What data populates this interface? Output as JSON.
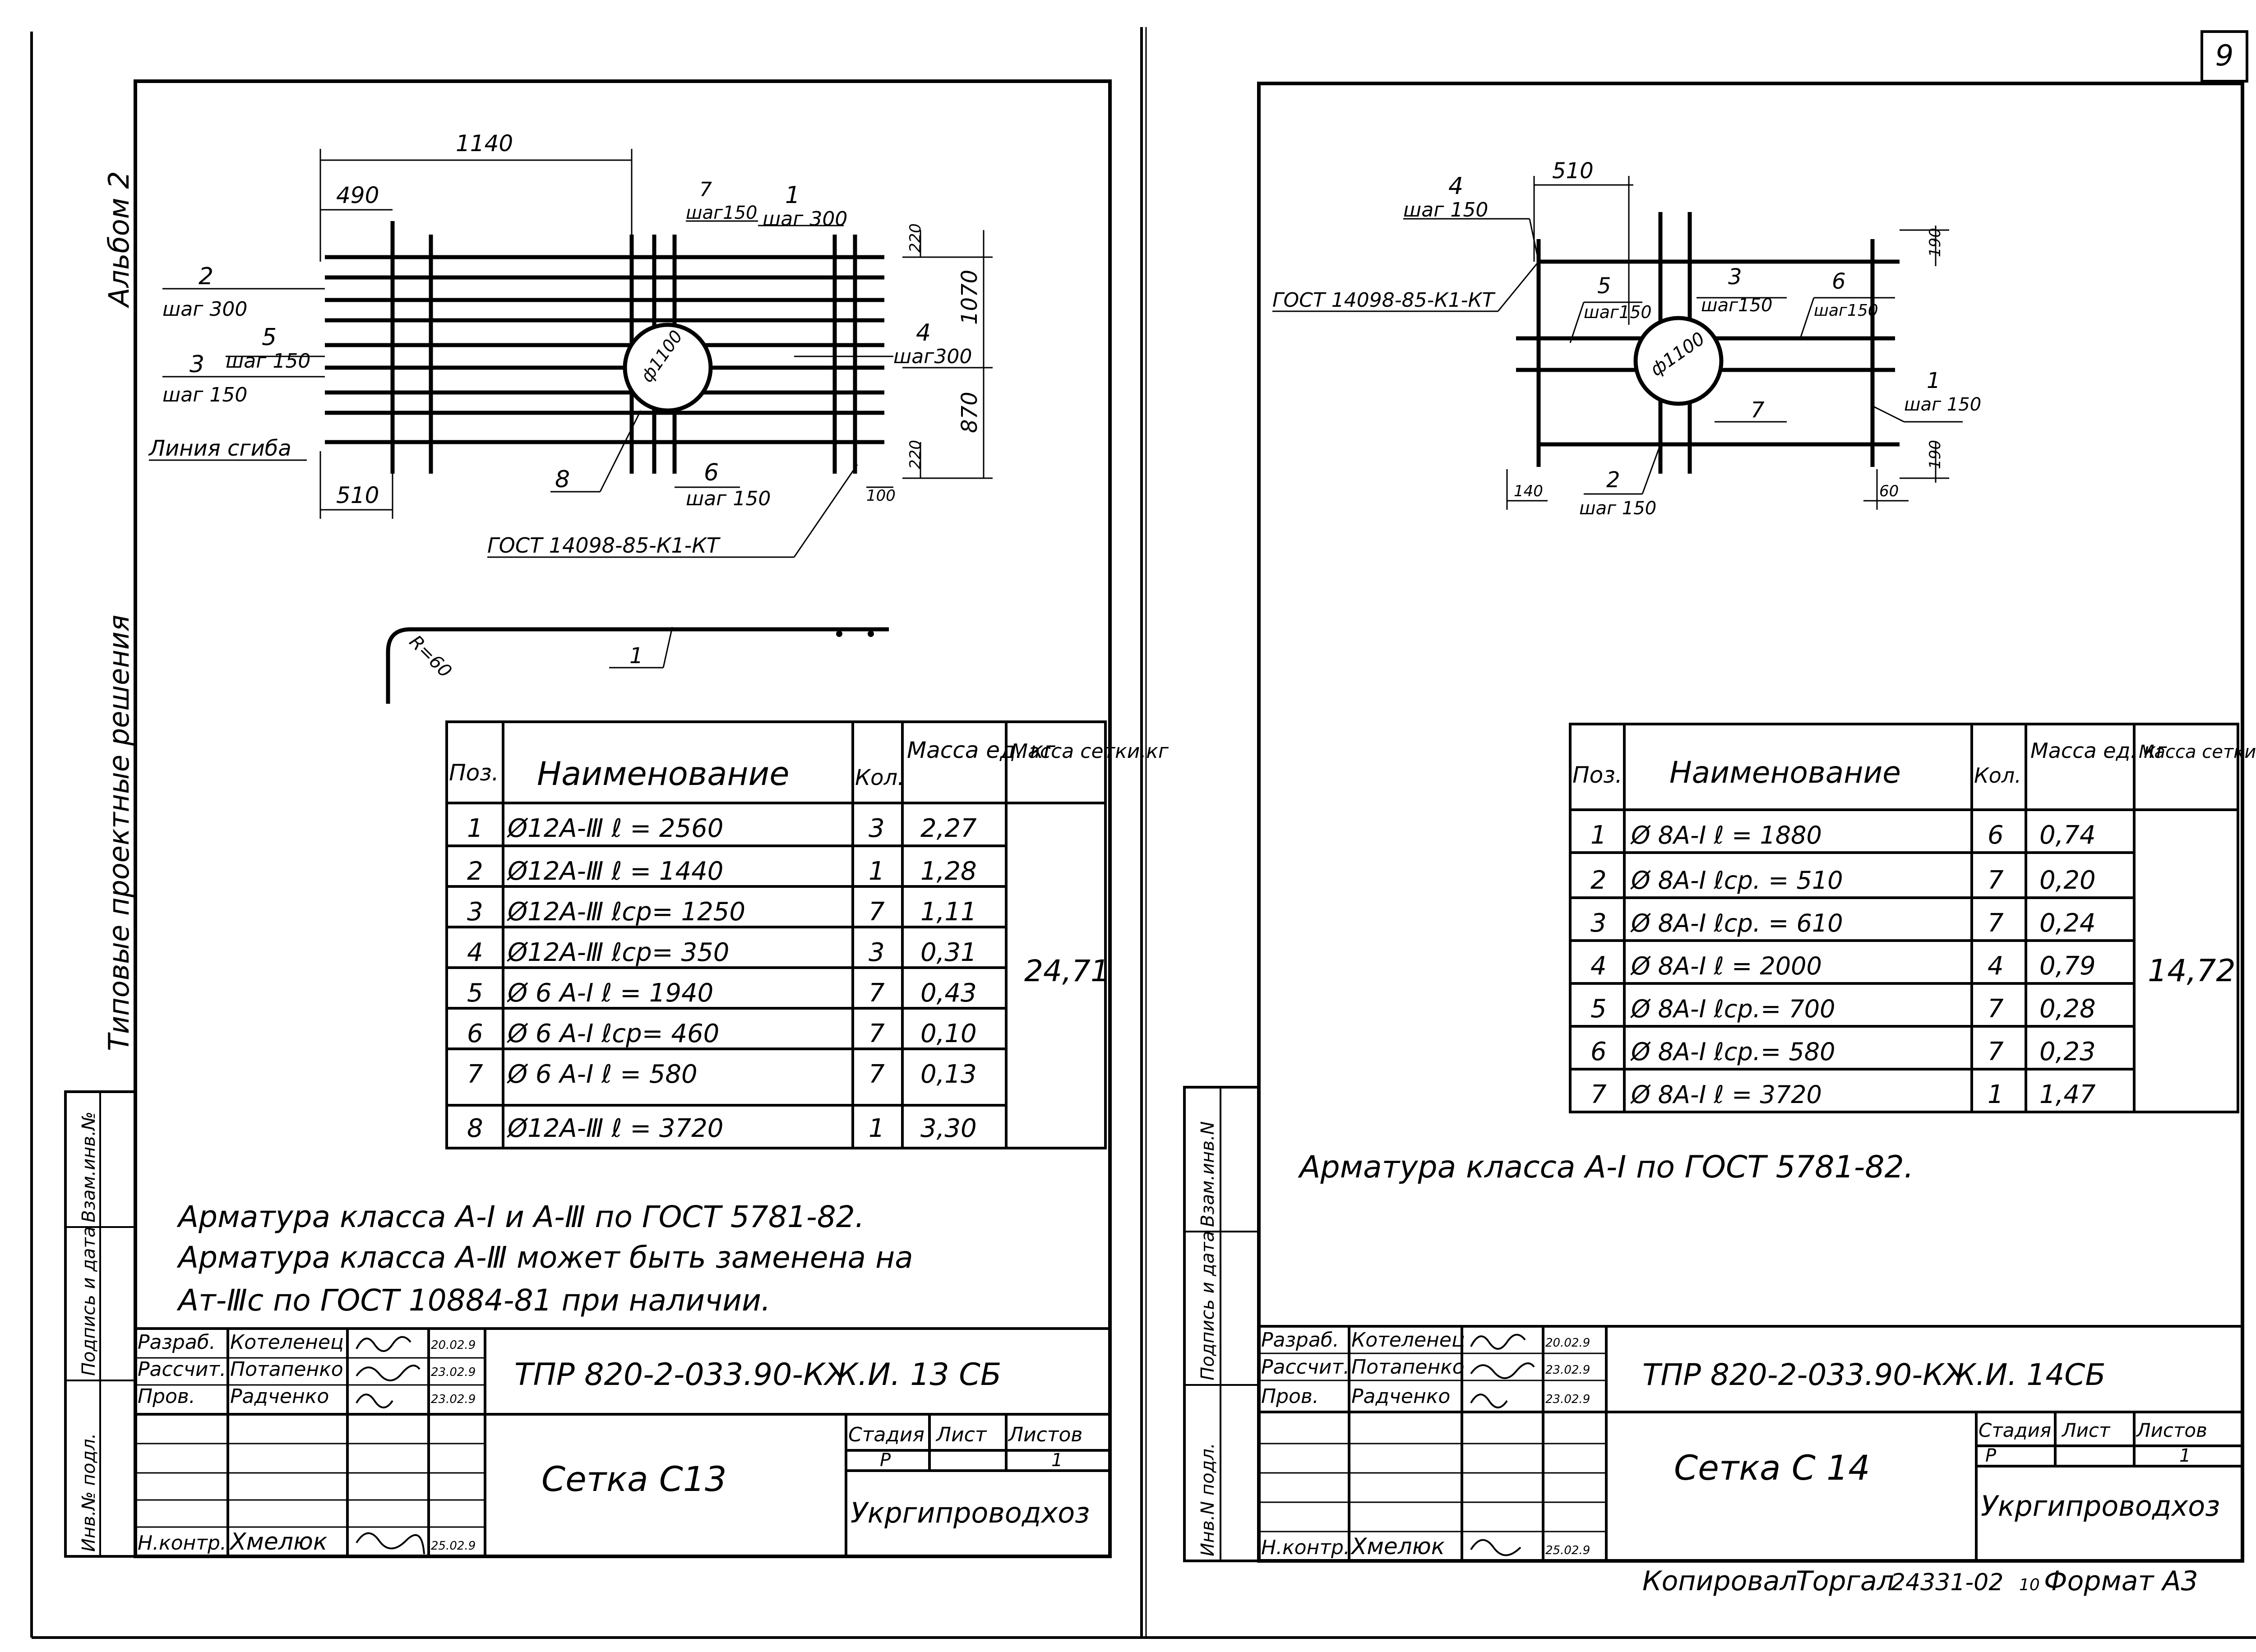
{
  "page_number": "9",
  "margin_labels": {
    "album": "Альбом 2",
    "typical": "Типовые проектные решения",
    "side_block": [
      "Взам.инв.№",
      "Подпись и дата",
      "Инв.№ подл."
    ],
    "side_block_right": [
      "Взам.инв.N",
      "Подпись и дата",
      "Инв.N подл."
    ]
  },
  "sheet_left": {
    "drawing": {
      "dims": {
        "d1140": "1140",
        "d490": "490",
        "d510": "510",
        "d1070": "1070",
        "d870": "870",
        "d220a": "220",
        "d220b": "220",
        "d100": "100",
        "dia": "ф1100",
        "radius": "R=60"
      },
      "callouts": {
        "c2": "2",
        "c2s": "шаг 300",
        "c5": "5",
        "c5s": "шаг 150",
        "c3": "3",
        "c3s": "шаг 150",
        "c7": "7",
        "c7s": "шаг150",
        "c1": "1",
        "c1s": "шаг 300",
        "c4": "4",
        "c4s": "шаг300",
        "c8": "8",
        "c6": "6",
        "c6s": "шаг 150",
        "bend": "Линия сгиба",
        "gost": "ГОСТ 14098-85-К1-КТ",
        "detail": "1"
      }
    },
    "table": {
      "headers": {
        "pos": "Поз.",
        "name": "Наименование",
        "qty": "Кол.",
        "mass_unit": "Масса ед. кг",
        "mass_net": "Масса сетки,кг"
      },
      "rows": [
        {
          "pos": "1",
          "name": "Ø12А-Ⅲ  ℓ  = 2560",
          "qty": "3",
          "mass": "2,27"
        },
        {
          "pos": "2",
          "name": "Ø12А-Ⅲ  ℓ  = 1440",
          "qty": "1",
          "mass": "1,28"
        },
        {
          "pos": "3",
          "name": "Ø12А-Ⅲ  ℓср= 1250",
          "qty": "7",
          "mass": "1,11"
        },
        {
          "pos": "4",
          "name": "Ø12А-Ⅲ  ℓср=  350",
          "qty": "3",
          "mass": "0,31"
        },
        {
          "pos": "5",
          "name": "Ø 6 А-Ⅰ  ℓ = 1940",
          "qty": "7",
          "mass": "0,43"
        },
        {
          "pos": "6",
          "name": "Ø 6 А-Ⅰ  ℓср=  460",
          "qty": "7",
          "mass": "0,10"
        },
        {
          "pos": "7",
          "name": "Ø 6 А-Ⅰ  ℓ  =  580",
          "qty": "7",
          "mass": "0,13"
        },
        {
          "pos": "8",
          "name": "Ø12А-Ⅲ  ℓ = 3720",
          "qty": "1",
          "mass": "3,30"
        }
      ],
      "total": "24,71"
    },
    "notes": [
      "Арматура класса А-Ⅰ и А-Ⅲ по ГОСТ 5781-82.",
      "Арматура класса А-Ⅲ может быть заменена на",
      "Ат-Ⅲс по ГОСТ 10884-81 при наличии."
    ],
    "title_block": {
      "roles": [
        "Разраб.",
        "Рассчит.",
        "Пров."
      ],
      "names": [
        "Котеленец",
        "Потапенко",
        "Радченко"
      ],
      "dates": [
        "20.02.9",
        "23.02.9",
        "23.02.9"
      ],
      "nkontr_role": "Н.контр.",
      "nkontr_name": "Хмелюк",
      "nkontr_date": "25.02.9",
      "code": "ТПР 820-2-033.90-КЖ.И. 13 СБ",
      "title": "Сетка С13",
      "stage_label": "Стадия",
      "sheet_label": "Лист",
      "sheets_label": "Листов",
      "stage": "Р",
      "sheets": "1",
      "org": "Укргипроводхоз"
    }
  },
  "sheet_right": {
    "drawing": {
      "dims": {
        "d510": "510",
        "d190a": "190",
        "d190b": "190",
        "d140": "140",
        "d60": "60",
        "dia": "ф1100"
      },
      "callouts": {
        "c4": "4",
        "c4s": "шаг 150",
        "gost": "ГОСТ 14098-85-К1-КТ",
        "c5": "5",
        "c5s": "шаг150",
        "c3": "3",
        "c3s": "шаг150",
        "c6": "6",
        "c6s": "шаг150",
        "c7": "7",
        "c1": "1",
        "c1s": "шаг 150",
        "c2": "2",
        "c2s": "шаг 150"
      }
    },
    "table": {
      "headers": {
        "pos": "Поз.",
        "name": "Наименование",
        "qty": "Кол.",
        "mass_unit": "Масса ед. кг",
        "mass_net": "Масса сетки, кг"
      },
      "rows": [
        {
          "pos": "1",
          "name": "Ø 8А-Ⅰ  ℓ   =  1880",
          "qty": "6",
          "mass": "0,74"
        },
        {
          "pos": "2",
          "name": "Ø 8А-Ⅰ  ℓср. =  510",
          "qty": "7",
          "mass": "0,20"
        },
        {
          "pos": "3",
          "name": "Ø 8А-Ⅰ  ℓср. =  610",
          "qty": "7",
          "mass": "0,24"
        },
        {
          "pos": "4",
          "name": "Ø 8А-Ⅰ  ℓ   = 2000",
          "qty": "4",
          "mass": "0,79"
        },
        {
          "pos": "5",
          "name": "Ø 8А-Ⅰ  ℓср.=  700",
          "qty": "7",
          "mass": "0,28"
        },
        {
          "pos": "6",
          "name": "Ø 8А-Ⅰ  ℓср.=  580",
          "qty": "7",
          "mass": "0,23"
        },
        {
          "pos": "7",
          "name": "Ø 8А-Ⅰ  ℓ   = 3720",
          "qty": "1",
          "mass": "1,47"
        }
      ],
      "total": "14,72"
    },
    "notes": [
      "Арматура класса А-Ⅰ по ГОСТ 5781-82."
    ],
    "title_block": {
      "roles": [
        "Разраб.",
        "Рассчит.",
        "Пров."
      ],
      "names": [
        "Котеленец",
        "Потапенко",
        "Радченко"
      ],
      "dates": [
        "20.02.9",
        "23.02.9",
        "23.02.9"
      ],
      "nkontr_role": "Н.контр.",
      "nkontr_name": "Хмелюк",
      "nkontr_date": "25.02.9",
      "code": "ТПР 820-2-033.90-КЖ.И. 14СБ",
      "title": "Сетка С 14",
      "stage_label": "Стадия",
      "sheet_label": "Лист",
      "sheets_label": "Листов",
      "stage": "Р",
      "sheets": "1",
      "org": "Укргипроводхоз"
    }
  },
  "footer": {
    "copied_label": "Копировал",
    "copied_by": "Торгал",
    "order": "24331-02",
    "sheet_no": "10",
    "format": "Формат А3"
  }
}
